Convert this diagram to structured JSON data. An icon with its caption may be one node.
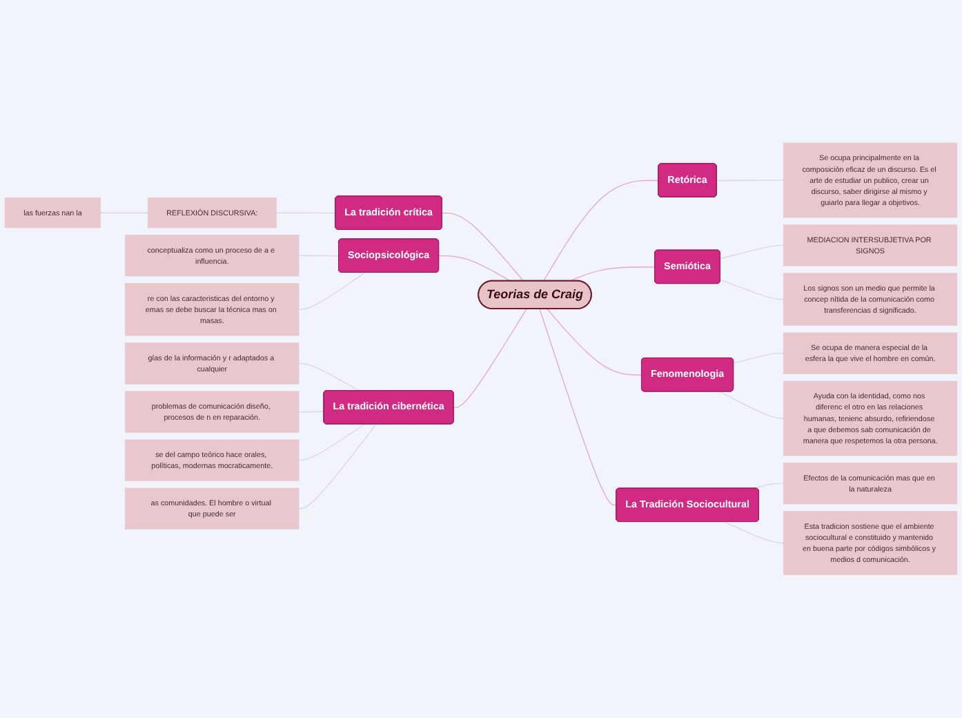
{
  "diagram": {
    "nodes": [
      {
        "text": [
          "Teorias de Craig"
        ]
      },
      {
        "text": [
          "La tradición crítica"
        ]
      },
      {
        "text": [
          "REFLEXIÓN DISCURSIVA:"
        ]
      },
      {
        "text": [
          "las fuerzas nan la"
        ]
      },
      {
        "text": [
          "Sociopsicológica"
        ]
      },
      {
        "text": [
          "conceptualiza como un proceso de a e influencia."
        ]
      },
      {
        "text": [
          "re con las caracteristicas del entorno y emas se debe buscar la técnica mas on masas."
        ]
      },
      {
        "text": [
          "La tradición cibernética"
        ]
      },
      {
        "text": [
          "gías de la información y r adaptados a cualquier"
        ]
      },
      {
        "text": [
          "problemas de comunicación diseño, procesos de n en reparación."
        ]
      },
      {
        "text": [
          "se del campo teórico hace orales, políticas, modernas mocraticamente."
        ]
      },
      {
        "text": [
          "as comunidades. El hombre o virtual que puede ser"
        ]
      },
      {
        "text": [
          "Retórica"
        ]
      },
      {
        "text": [
          "Se ocupa principalmente en la composición eficaz de un discurso. Es el arte de estudiar un publico, crear un discurso, saber dirigirse al mismo y guiarlo para llegar a objetivos."
        ]
      },
      {
        "text": [
          "Semiótica"
        ]
      },
      {
        "text": [
          "MEDIACION INTERSUBJETIVA POR SIGNOS"
        ]
      },
      {
        "text": [
          "Los signos son un medio que permite la concep nítida de la comunicación como transferencias d significado."
        ]
      },
      {
        "text": [
          "Fenomenologia"
        ]
      },
      {
        "text": [
          "Se ocupa de manera especial de la esfera la que vive el hombre en común."
        ]
      },
      {
        "text": [
          "Ayuda con la identidad, como nos diferenc el otro en las relaciones humanas, tenienc absurdo, refiriendose a que debemos sab comunicación de manera que respetemos la otra persona."
        ]
      },
      {
        "text": [
          "La Tradición Sociocultural"
        ]
      },
      {
        "text": [
          "Efectos de la comunicación mas que en la naturaleza"
        ]
      },
      {
        "text": [
          "Esta tradicion sostiene que el ambiente sociocultural e constituido y mantenido en buena parte por códigos simbólicos y medios d comunicación."
        ]
      }
    ],
    "edges": [
      {
        "from": 1,
        "to": 0,
        "arrow": "none"
      },
      {
        "from": 2,
        "to": 1,
        "arrow": "none"
      },
      {
        "from": 3,
        "to": 2,
        "arrow": "none"
      },
      {
        "from": 4,
        "to": 0,
        "arrow": "none"
      },
      {
        "from": 5,
        "to": 4,
        "arrow": "none"
      },
      {
        "from": 6,
        "to": 4,
        "arrow": "none"
      },
      {
        "from": 7,
        "to": 0,
        "arrow": "none"
      },
      {
        "from": 8,
        "to": 7,
        "arrow": "none"
      },
      {
        "from": 9,
        "to": 7,
        "arrow": "none"
      },
      {
        "from": 10,
        "to": 7,
        "arrow": "none"
      },
      {
        "from": 11,
        "to": 7,
        "arrow": "none"
      },
      {
        "from": 0,
        "to": 12,
        "arrow": "none"
      },
      {
        "from": 12,
        "to": 13,
        "arrow": "none"
      },
      {
        "from": 0,
        "to": 14,
        "arrow": "none"
      },
      {
        "from": 14,
        "to": 15,
        "arrow": "none"
      },
      {
        "from": 14,
        "to": 16,
        "arrow": "none"
      },
      {
        "from": 0,
        "to": 17,
        "arrow": "none"
      },
      {
        "from": 17,
        "to": 18,
        "arrow": "none"
      },
      {
        "from": 17,
        "to": 19,
        "arrow": "none"
      },
      {
        "from": 0,
        "to": 20,
        "arrow": "none"
      },
      {
        "from": 20,
        "to": 21,
        "arrow": "none"
      },
      {
        "from": 20,
        "to": 22,
        "arrow": "none"
      }
    ]
  }
}
